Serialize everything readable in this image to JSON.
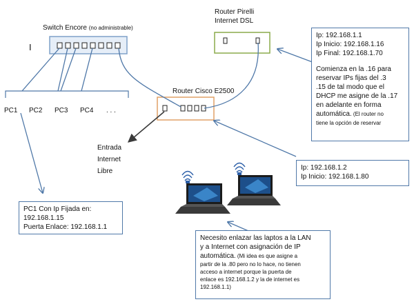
{
  "switch": {
    "title": "Switch Encore",
    "subtitle": "(no administrable)"
  },
  "marker": "I",
  "router_pirelli": {
    "line1": "Router Pirelli",
    "line2": "Internet DSL"
  },
  "router_cisco": {
    "title": "Router Cisco E2500"
  },
  "pcs": [
    "PC1",
    "PC2",
    "PC3",
    "PC4",
    ". . ."
  ],
  "internet": [
    "Entrada",
    "Internet",
    "Libre"
  ],
  "notes": {
    "pirelli": {
      "lines": [
        "Ip: 192.168.1.1",
        "Ip Inicio: 192.168.1.16",
        "Ip Final: 192.168.1.70"
      ],
      "paragraph": [
        "Comienza en la .16 para",
        "reservar IPs fijas del .3",
        ".15 de tal modo que el",
        "DHCP me asigne de la .17",
        "en adelante en forma"
      ],
      "last_normal": "automática.",
      "last_small": " (El router no",
      "extra_small": "tiene la opción de reservar"
    },
    "cisco": {
      "lines": [
        "Ip: 192.168.1.2",
        "Ip Inicio: 192.168.1.80"
      ]
    },
    "pc1": {
      "lines": [
        "PC1 Con Ip Fijada en:",
        "192.168.1.15",
        "Puerta Enlace: 192.168.1.1"
      ]
    },
    "laptops": {
      "lines": [
        "Necesito enlazar las laptos a la LAN",
        "y a Internet con asignación de IP"
      ],
      "last_normal": "automática.",
      "last_small": " (Mi idea es que asigne a",
      "small_lines": [
        "partir de la .80 pero no lo hace, no tienen",
        "acceso a internet porque la puerta de",
        "enlace es 192.168.1.2 y la de internet es",
        "192.168.1.1)"
      ]
    }
  },
  "colors": {
    "connector": "#4f78a8",
    "switch_fill": "#e6eef8",
    "cisco_border": "#e1a067",
    "pirelli_border": "#8aaa4a",
    "note_border": "#4f78a8"
  }
}
